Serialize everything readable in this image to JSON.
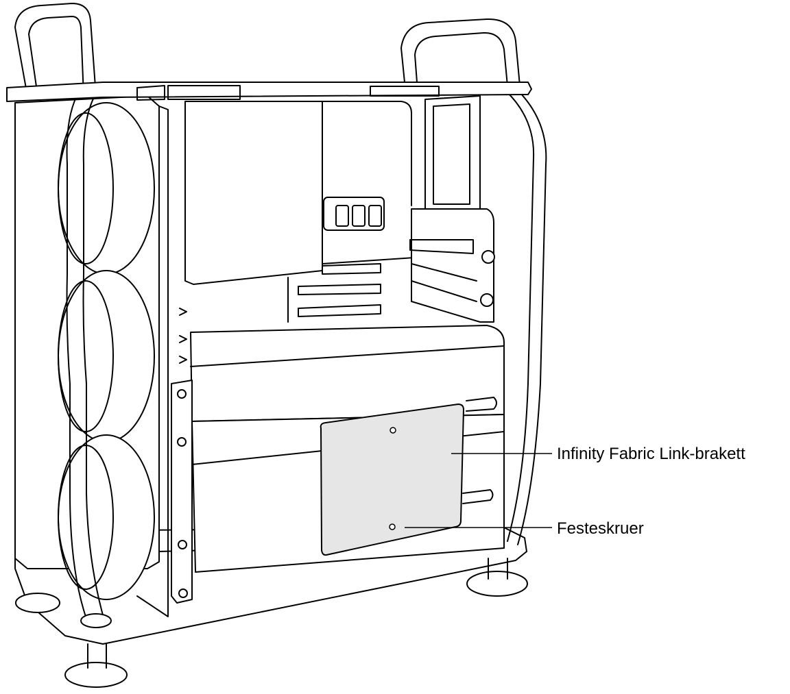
{
  "callouts": {
    "bracket_label": "Infinity Fabric Link-brakett",
    "screws_label": "Festeskruer"
  },
  "illustration": {
    "subject": "mac-pro-tower-side-interior",
    "colors": {
      "line": "#000000",
      "panel_fill": "#ffffff",
      "bracket_fill": "#e6e6e6"
    }
  }
}
